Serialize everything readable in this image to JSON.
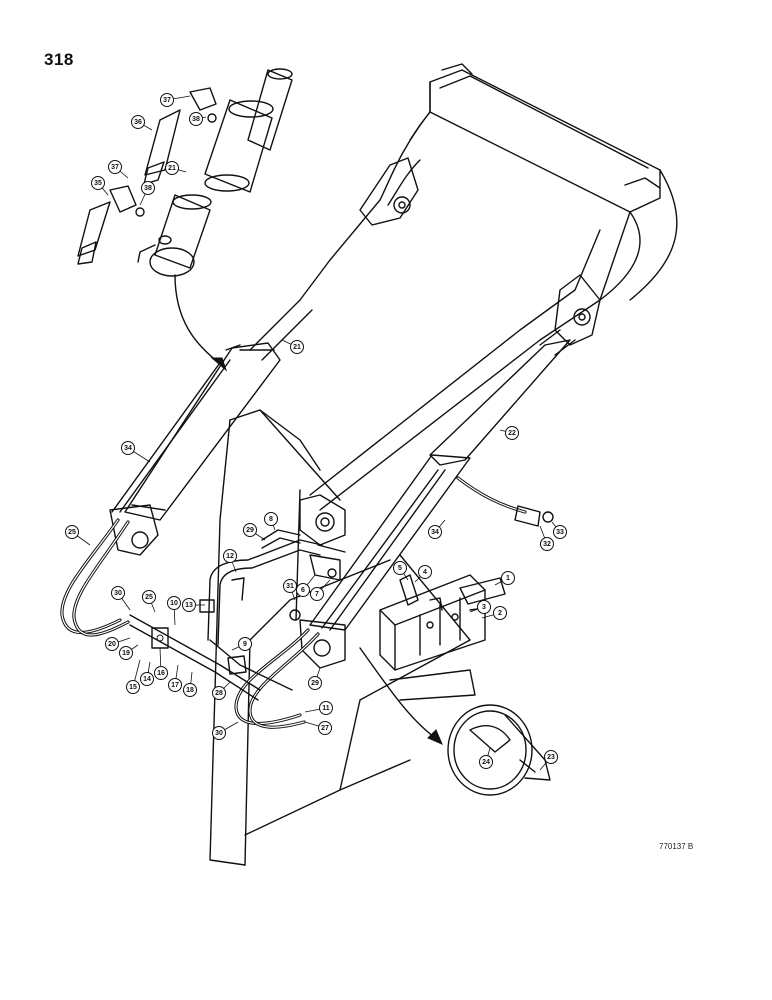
{
  "page_number": "318",
  "reference_code": "770137 B",
  "callouts": [
    {
      "label": "37"
    },
    {
      "label": "36"
    },
    {
      "label": "38"
    },
    {
      "label": "21"
    },
    {
      "label": "37"
    },
    {
      "label": "38"
    },
    {
      "label": "35"
    },
    {
      "label": "21"
    },
    {
      "label": "22"
    },
    {
      "label": "34"
    },
    {
      "label": "25"
    },
    {
      "label": "29"
    },
    {
      "label": "8"
    },
    {
      "label": "12"
    },
    {
      "label": "13"
    },
    {
      "label": "30"
    },
    {
      "label": "25"
    },
    {
      "label": "10"
    },
    {
      "label": "9"
    },
    {
      "label": "20"
    },
    {
      "label": "19"
    },
    {
      "label": "16"
    },
    {
      "label": "14"
    },
    {
      "label": "15"
    },
    {
      "label": "17"
    },
    {
      "label": "18"
    },
    {
      "label": "28"
    },
    {
      "label": "30"
    },
    {
      "label": "11"
    },
    {
      "label": "27"
    },
    {
      "label": "29"
    },
    {
      "label": "31"
    },
    {
      "label": "6"
    },
    {
      "label": "7"
    },
    {
      "label": "5"
    },
    {
      "label": "4"
    },
    {
      "label": "1"
    },
    {
      "label": "3"
    },
    {
      "label": "2"
    },
    {
      "label": "34"
    },
    {
      "label": "32"
    },
    {
      "label": "33"
    },
    {
      "label": "24"
    },
    {
      "label": "23"
    }
  ]
}
